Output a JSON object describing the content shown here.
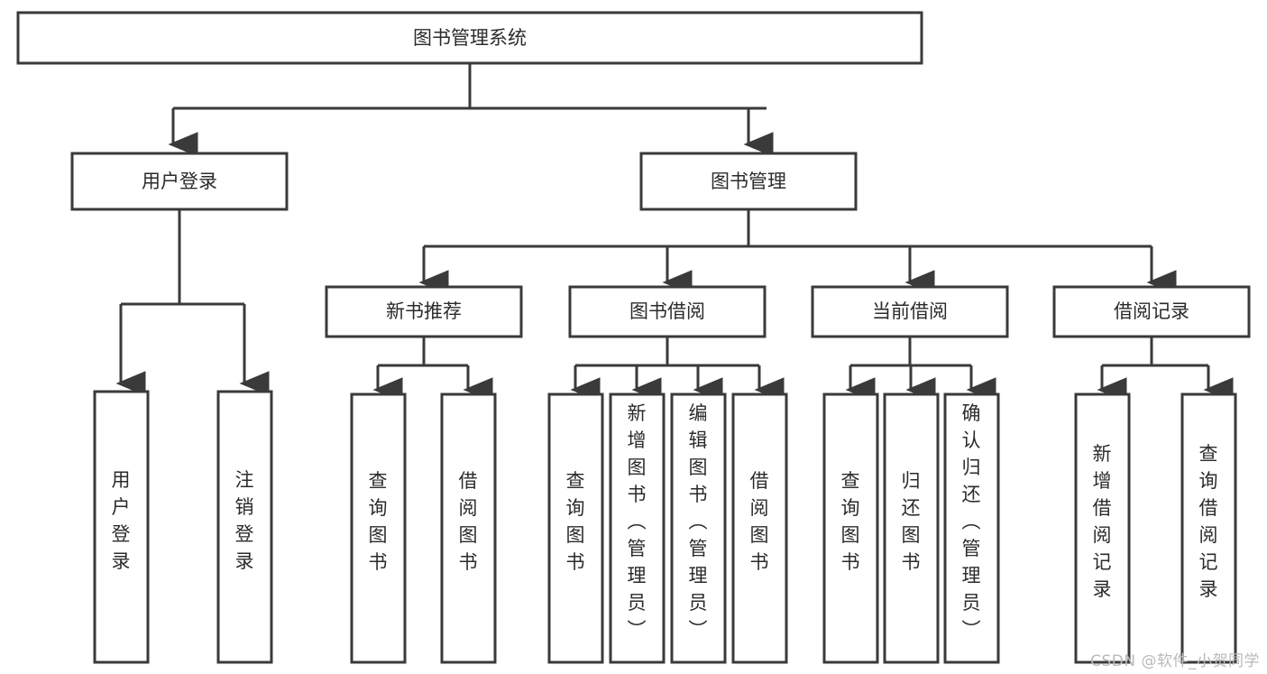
{
  "diagram": {
    "type": "tree",
    "title": "图书管理系统",
    "orientation": "top-down",
    "watermark": "CSDN @软件_小贺同学",
    "colors": {
      "box_stroke": "#3a3a3a",
      "box_fill": "#ffffff",
      "connector": "#3a3a3a",
      "text": "#2b2b2b",
      "background": "#ffffff",
      "watermark": "#b9b9b9"
    },
    "nodes": {
      "root": {
        "label": "图书管理系统",
        "level": 0,
        "orientation": "horizontal"
      },
      "level1": [
        {
          "id": "user-login",
          "label": "用户登录",
          "orientation": "horizontal"
        },
        {
          "id": "book-manage",
          "label": "图书管理",
          "orientation": "horizontal"
        }
      ],
      "level2": [
        {
          "id": "new-book-rec",
          "label": "新书推荐",
          "parent": "book-manage",
          "orientation": "horizontal"
        },
        {
          "id": "book-borrow",
          "label": "图书借阅",
          "parent": "book-manage",
          "orientation": "horizontal"
        },
        {
          "id": "current-borrow",
          "label": "当前借阅",
          "parent": "book-manage",
          "orientation": "horizontal"
        },
        {
          "id": "borrow-record",
          "label": "借阅记录",
          "parent": "book-manage",
          "orientation": "horizontal"
        }
      ],
      "leaves": [
        {
          "id": "leaf-user-login",
          "label": "用户登录",
          "parent": "user-login",
          "orientation": "vertical"
        },
        {
          "id": "leaf-user-logout",
          "label": "注销登录",
          "parent": "user-login",
          "orientation": "vertical"
        },
        {
          "id": "leaf-query-book-1",
          "label": "查询图书",
          "parent": "new-book-rec",
          "orientation": "vertical"
        },
        {
          "id": "leaf-borrow-book-1",
          "label": "借阅图书",
          "parent": "new-book-rec",
          "orientation": "vertical"
        },
        {
          "id": "leaf-query-book-2",
          "label": "查询图书",
          "parent": "book-borrow",
          "orientation": "vertical"
        },
        {
          "id": "leaf-add-book",
          "label": "新增图书（管理员）",
          "parent": "book-borrow",
          "orientation": "vertical"
        },
        {
          "id": "leaf-edit-book",
          "label": "编辑图书（管理员）",
          "parent": "book-borrow",
          "orientation": "vertical"
        },
        {
          "id": "leaf-borrow-book-2",
          "label": "借阅图书",
          "parent": "book-borrow",
          "orientation": "vertical"
        },
        {
          "id": "leaf-query-book-3",
          "label": "查询图书",
          "parent": "current-borrow",
          "orientation": "vertical"
        },
        {
          "id": "leaf-return-book",
          "label": "归还图书",
          "parent": "current-borrow",
          "orientation": "vertical"
        },
        {
          "id": "leaf-confirm-return",
          "label": "确认归还（管理员）",
          "parent": "current-borrow",
          "orientation": "vertical"
        },
        {
          "id": "leaf-add-record",
          "label": "新增借阅记录",
          "parent": "borrow-record",
          "orientation": "vertical"
        },
        {
          "id": "leaf-query-record",
          "label": "查询借阅记录",
          "parent": "borrow-record",
          "orientation": "vertical"
        }
      ]
    }
  }
}
